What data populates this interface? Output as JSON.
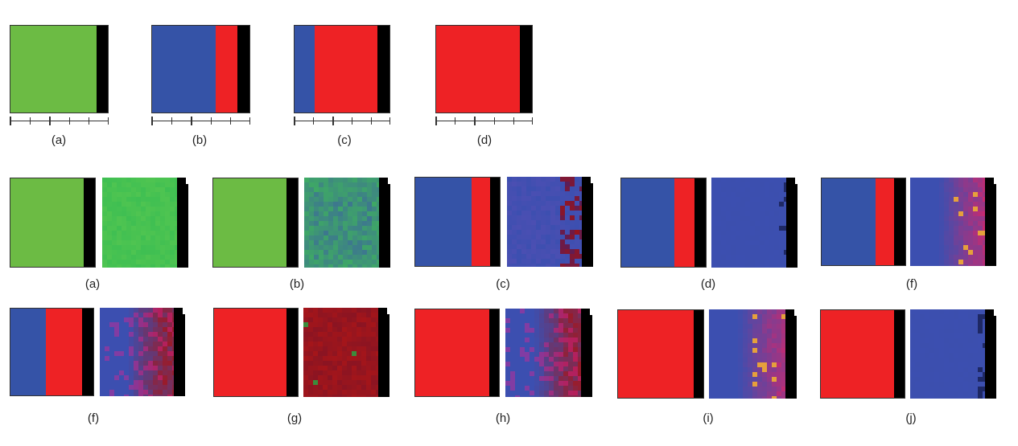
{
  "colors": {
    "green": "#6cbb44",
    "blue": "#3553a7",
    "red": "#ee2225",
    "black": "#000000",
    "green_noise": "#3fbf52",
    "blue_noise": "#3c4fb0",
    "red_noise": "#a5151a"
  },
  "top_row": {
    "captions": [
      "(a)",
      "(b)",
      "(c)",
      "(d)"
    ],
    "panels": [
      {
        "label": "(a)",
        "fill": [
          {
            "color": "green",
            "fraction": 0.88
          },
          {
            "color": "black",
            "fraction": 0.12
          }
        ]
      },
      {
        "label": "(b)",
        "fill": [
          {
            "color": "blue",
            "fraction": 0.65
          },
          {
            "color": "red",
            "fraction": 0.22
          },
          {
            "color": "black",
            "fraction": 0.13
          }
        ]
      },
      {
        "label": "(c)",
        "fill": [
          {
            "color": "blue",
            "fraction": 0.22
          },
          {
            "color": "red",
            "fraction": 0.65
          },
          {
            "color": "black",
            "fraction": 0.13
          }
        ]
      },
      {
        "label": "(d)",
        "fill": [
          {
            "color": "red",
            "fraction": 0.87
          },
          {
            "color": "black",
            "fraction": 0.13
          }
        ]
      }
    ]
  },
  "middle_row": {
    "captions": [
      "(a)",
      "(b)",
      "(c)",
      "(d)",
      "(f)"
    ],
    "pairs": [
      {
        "label": "(a)",
        "target": [
          {
            "color": "green",
            "fraction": 0.86
          },
          {
            "color": "black",
            "fraction": 0.14
          }
        ],
        "result": "green-uniform"
      },
      {
        "label": "(b)",
        "target": [
          {
            "color": "green",
            "fraction": 0.86
          },
          {
            "color": "black",
            "fraction": 0.14
          }
        ],
        "result": "green-blue"
      },
      {
        "label": "(c)",
        "target": [
          {
            "color": "blue",
            "fraction": 0.66
          },
          {
            "color": "red",
            "fraction": 0.22
          },
          {
            "color": "black",
            "fraction": 0.12
          }
        ],
        "result": "blue-redspots"
      },
      {
        "label": "(d)",
        "target": [
          {
            "color": "blue",
            "fraction": 0.63
          },
          {
            "color": "red",
            "fraction": 0.23
          },
          {
            "color": "black",
            "fraction": 0.14
          }
        ],
        "result": "blue-flat"
      },
      {
        "label": "(f)",
        "target": [
          {
            "color": "blue",
            "fraction": 0.64
          },
          {
            "color": "red",
            "fraction": 0.22
          },
          {
            "color": "black",
            "fraction": 0.14
          }
        ],
        "result": "blue-magenta"
      }
    ]
  },
  "bottom_row": {
    "captions": [
      "(f)",
      "(g)",
      "(h)",
      "(i)",
      "(j)"
    ],
    "pairs": [
      {
        "label": "(f)",
        "target": [
          {
            "color": "blue",
            "fraction": 0.43
          },
          {
            "color": "red",
            "fraction": 0.43
          },
          {
            "color": "black",
            "fraction": 0.14
          }
        ],
        "result": "blue-red-half"
      },
      {
        "label": "(g)",
        "target": [
          {
            "color": "red",
            "fraction": 0.86
          },
          {
            "color": "black",
            "fraction": 0.14
          }
        ],
        "result": "dark-red"
      },
      {
        "label": "(h)",
        "target": [
          {
            "color": "red",
            "fraction": 0.88
          },
          {
            "color": "black",
            "fraction": 0.12
          }
        ],
        "result": "blue-red-half"
      },
      {
        "label": "(i)",
        "target": [
          {
            "color": "red",
            "fraction": 0.88
          },
          {
            "color": "black",
            "fraction": 0.12
          }
        ],
        "result": "blue-magenta"
      },
      {
        "label": "(j)",
        "target": [
          {
            "color": "red",
            "fraction": 0.87
          },
          {
            "color": "black",
            "fraction": 0.13
          }
        ],
        "result": "blue-flat"
      }
    ]
  }
}
